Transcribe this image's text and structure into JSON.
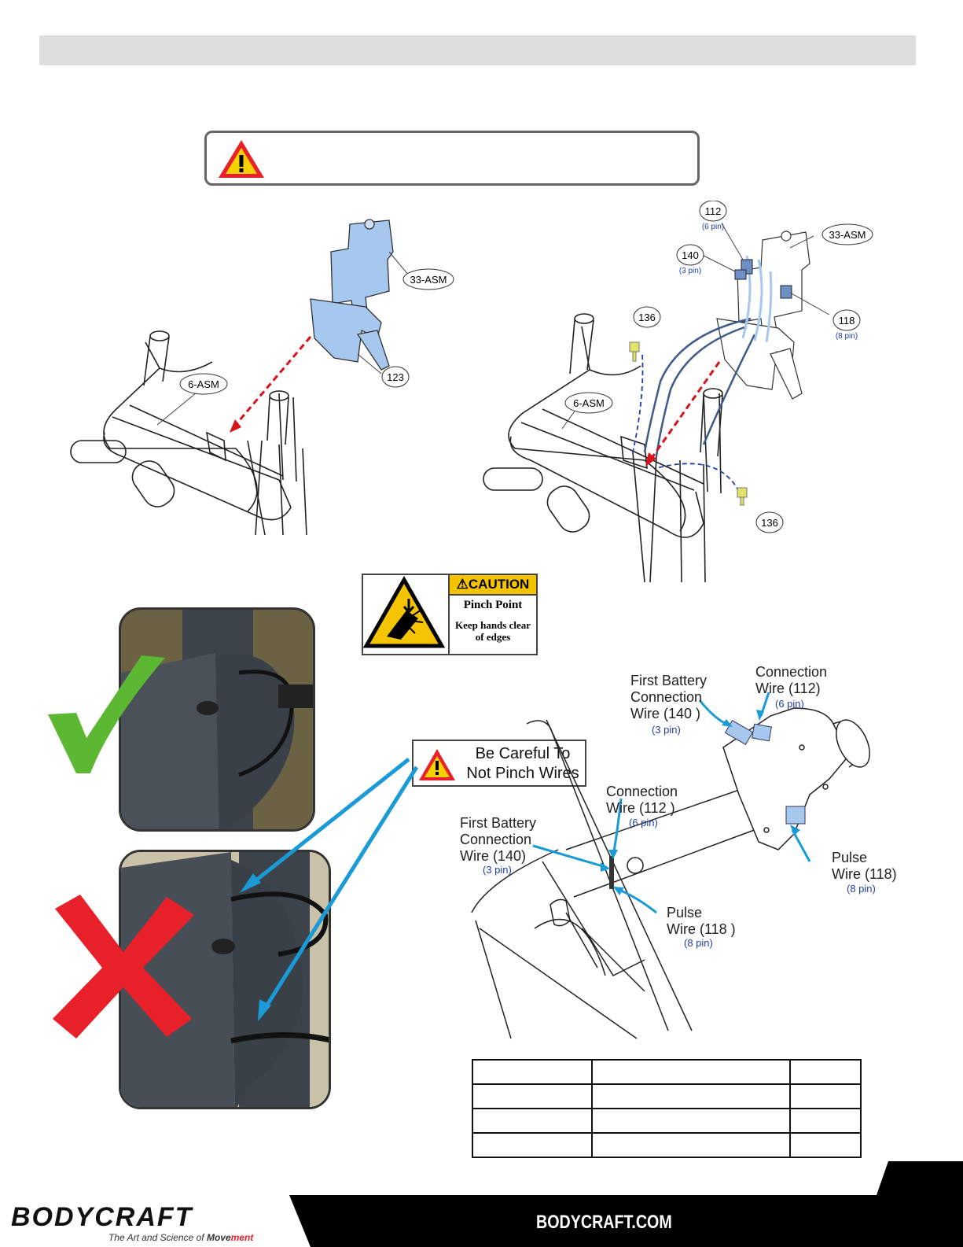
{
  "labels": {
    "asm33_left": "33-ASM",
    "p123": "123",
    "asm6_left": "6-ASM",
    "p112": "112",
    "p112_pin": "(6 pin)",
    "p140": "140",
    "p140_pin": "(3 pin)",
    "asm33_right": "33-ASM",
    "p118": "118",
    "p118_pin": "(8 pin)",
    "p136_top": "136",
    "asm6_right": "6-ASM",
    "p136_bottom": "136"
  },
  "caution": {
    "header": "⚠CAUTION",
    "title": "Pinch Point",
    "sub_line1": "Keep hands clear",
    "sub_line2": "of edges"
  },
  "careful": {
    "line1": "Be Careful To",
    "line2": "Not Pinch Wires"
  },
  "wire_callouts": {
    "first_battery_top": [
      "First Battery",
      "Connection",
      "Wire (140 )"
    ],
    "first_battery_top_pin": "(3 pin)",
    "connection_top": [
      "Connection",
      "Wire (112)"
    ],
    "connection_top_pin": "(6 pin)",
    "connection_mid": [
      "Connection",
      "Wire (112 )"
    ],
    "connection_mid_pin": "(6 pin)",
    "first_battery_mid": [
      "First Battery",
      "Connection",
      "Wire (140)"
    ],
    "first_battery_mid_pin": "(3 pin)",
    "pulse_right": [
      "Pulse",
      "Wire (118)"
    ],
    "pulse_right_pin": "(8 pin)",
    "pulse_bottom": [
      "Pulse",
      "Wire (118 )"
    ],
    "pulse_bottom_pin": "(8 pin)"
  },
  "footer": {
    "logo": "BODYCRAFT",
    "tagline_prefix": "The Art and Science of ",
    "tagline_move": "Move",
    "tagline_ment": "ment",
    "site": "BODYCRAFT.COM"
  },
  "colors": {
    "part_blue": "#a7c8ee",
    "callout_blue": "#1a9ad6",
    "pin_blue": "#1f3fa8",
    "check_green": "#5cb833",
    "cross_red": "#e8202a",
    "caution_yellow": "#f5c400"
  }
}
